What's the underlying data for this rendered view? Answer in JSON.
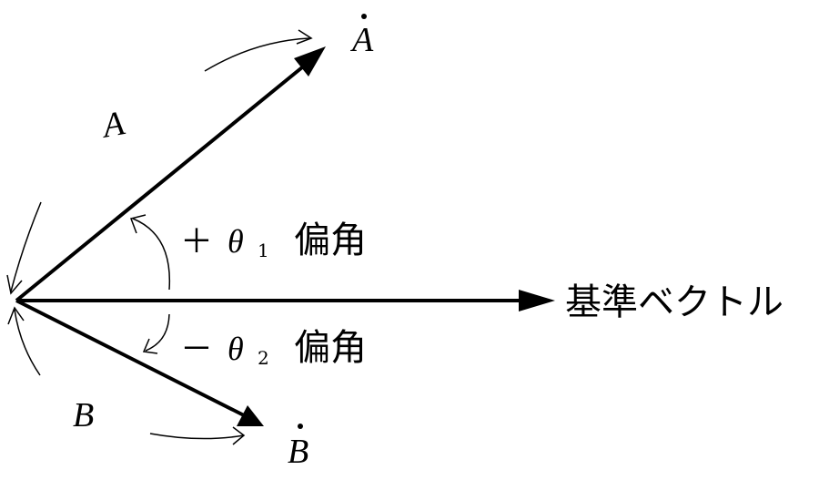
{
  "vectors": {
    "a": {
      "name": "A",
      "dotted_label": "A"
    },
    "b": {
      "name": "B",
      "dotted_label": "B"
    }
  },
  "reference_label": "基準ベクトル",
  "angles": {
    "positive": {
      "sign": "＋",
      "theta": "θ",
      "sub": "1",
      "term": "偏角"
    },
    "negative": {
      "sign": "－",
      "theta": "θ",
      "sub": "2",
      "term": "偏角"
    }
  }
}
